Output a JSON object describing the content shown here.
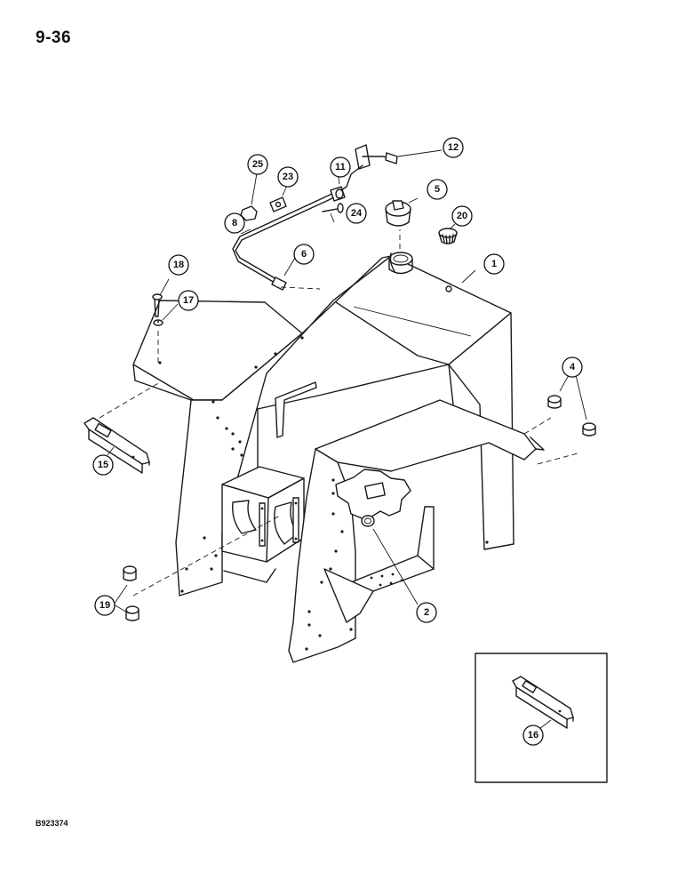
{
  "page_number": "9-36",
  "drawing_code": "B923374",
  "callouts": [
    "1",
    "2",
    "4",
    "5",
    "6",
    "8",
    "11",
    "12",
    "15",
    "16",
    "17",
    "18",
    "19",
    "20",
    "23",
    "24",
    "25"
  ]
}
